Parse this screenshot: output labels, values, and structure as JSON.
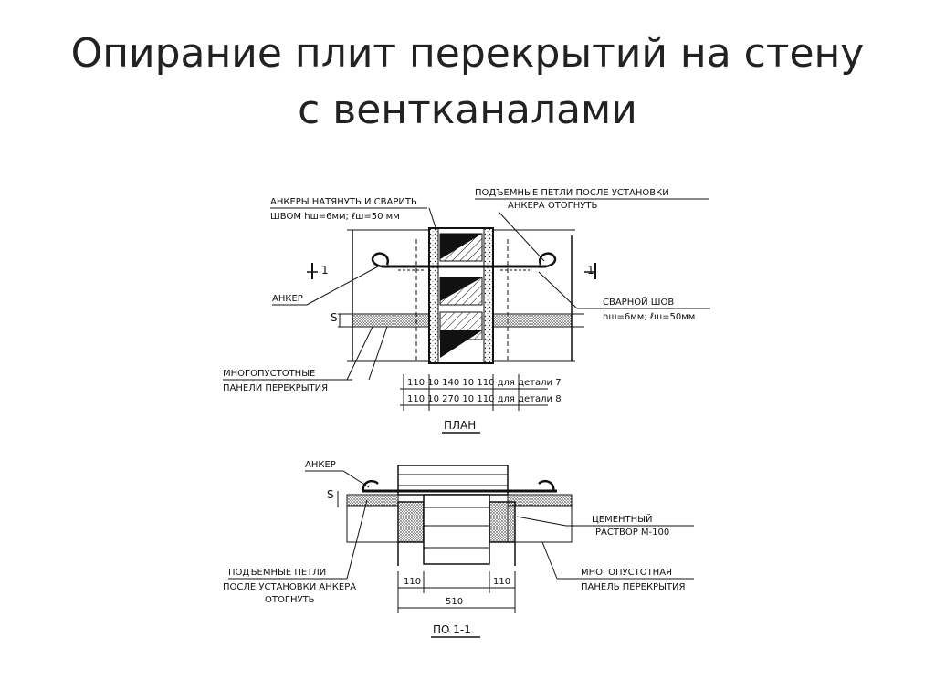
{
  "title": {
    "line1": "Опирание плит перекрытий на стену",
    "line2": "с вентканалами"
  },
  "plan": {
    "note_anchors_line1": "АНКЕРЫ НАТЯНУТЬ И СВАРИТЬ",
    "note_anchors_line2": "ШВОМ hш=6мм; ℓш=50 мм",
    "note_loops_line1": "ПОДЪЕМНЫЕ ПЕТЛИ ПОСЛЕ УСТАНОВКИ",
    "note_loops_line2": "АНКЕРА ОТОГНУТЬ",
    "label_anchor": "АНКЕР",
    "label_weld_line1": "СВАРНОЙ ШОВ",
    "label_weld_line2": "hш=6мм; ℓш=50мм",
    "label_panels_line1": "МНОГОПУСТОТНЫЕ",
    "label_panels_line2": "ПАНЕЛИ ПЕРЕКРЫТИЯ",
    "section_mark_left": "1",
    "section_mark_right": "1",
    "dim_s": "S",
    "dims_row1": "110  10  140  10 110  для детали 7",
    "dims_row2": "110 10  270  10  110  для детали 8",
    "caption": "ПЛАН"
  },
  "section": {
    "label_anchor": "АНКЕР",
    "dim_s": "S",
    "label_cement_line1": "ЦЕМЕНТНЫЙ",
    "label_cement_line2": "РАСТВОР М-100",
    "label_loops_line1": "ПОДЪЕМНЫЕ ПЕТЛИ",
    "label_loops_line2": "ПОСЛЕ УСТАНОВКИ АНКЕРА",
    "label_loops_line3": "ОТОГНУТЬ",
    "label_panel_line1": "МНОГОПУСТОТНАЯ",
    "label_panel_line2": "ПАНЕЛЬ ПЕРЕКРЫТИЯ",
    "dim_left": "110",
    "dim_right": "110",
    "dim_total": "510",
    "caption": "ПО 1-1"
  }
}
